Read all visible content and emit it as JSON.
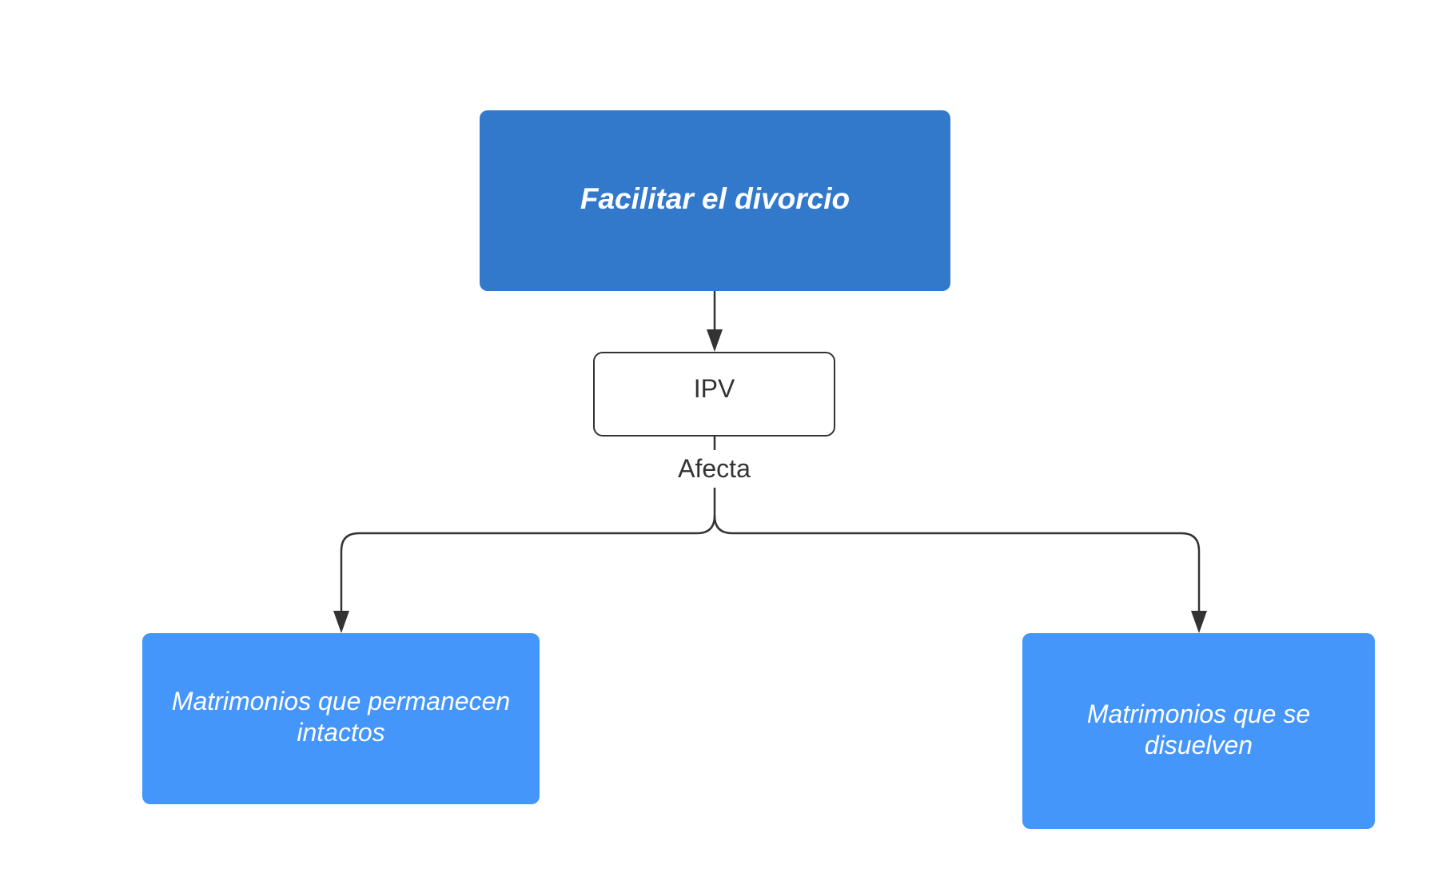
{
  "diagram": {
    "nodes": {
      "top": {
        "label": "Facilitar el divorcio"
      },
      "middle": {
        "label": "IPV"
      },
      "left": {
        "label": "Matrimonios que permanecen intactos"
      },
      "right": {
        "label": "Matrimonios que se disuelven"
      }
    },
    "edges": {
      "middle_to_children": {
        "label": "Afecta"
      }
    },
    "colors": {
      "top_fill": "#3279CB",
      "child_fill": "#4596FB",
      "line": "#333333",
      "text_light": "#FFFFFF",
      "text_dark": "#333333"
    }
  }
}
